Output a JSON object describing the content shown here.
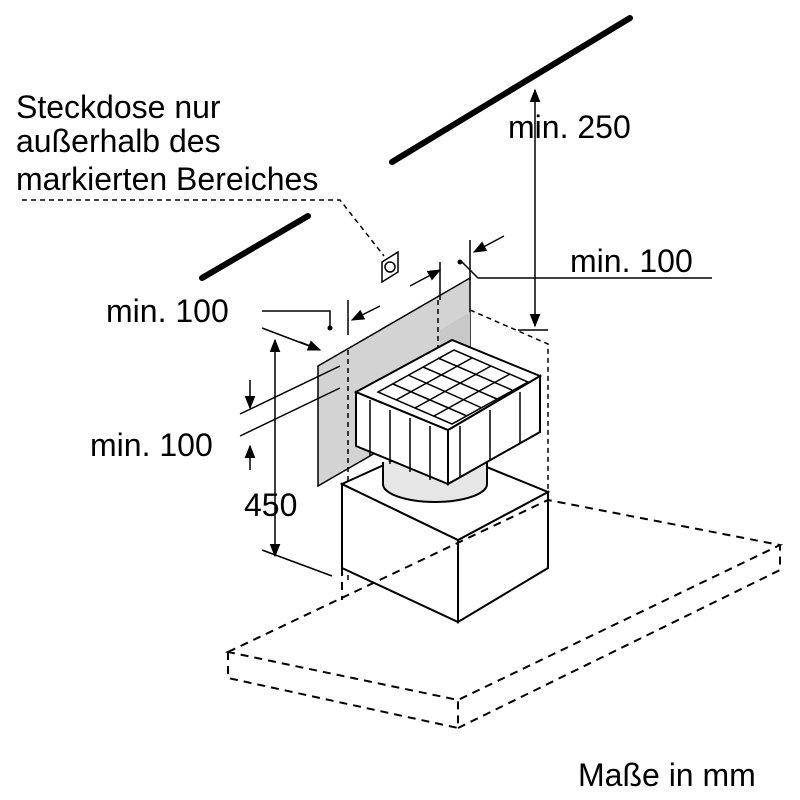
{
  "labels": {
    "socket_line1": "Steckdose nur",
    "socket_line2": "außerhalb des",
    "socket_line3": "markierten Bereiches",
    "min_250": "min. 250",
    "min_100_right": "min. 100",
    "min_100_left": "min. 100",
    "min_100_mid": "min. 100",
    "dim_450": "450",
    "units": "Maße in mm"
  },
  "colors": {
    "line": "#000000",
    "marked_area": "#d3d3d3",
    "filter_face": "#ffffff"
  },
  "icons": {
    "socket": "socket-icon"
  }
}
